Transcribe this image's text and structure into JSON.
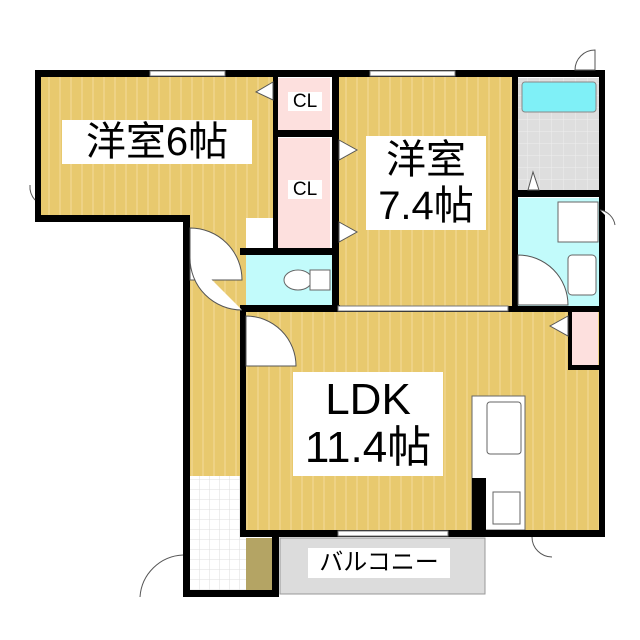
{
  "rooms": {
    "western_6": {
      "name": "洋室6帖"
    },
    "closet_1": {
      "name": "CL"
    },
    "closet_2": {
      "name": "CL"
    },
    "western_74": {
      "name": "洋室",
      "size": "7.4帖"
    },
    "ldk": {
      "name": "LDK",
      "size": "11.4帖"
    },
    "balcony": {
      "name": "バルコニー"
    }
  },
  "colors": {
    "floor": "#e8c96e",
    "floor_stripe": "#f3dc9c",
    "closet": "#fde0de",
    "wet_area": "#c2fbfb",
    "bathtub": "#7ff0f7",
    "tile": "#dedede",
    "balcony": "#dcdcdc",
    "shoebox": "#b4a464",
    "wall": "#000000"
  }
}
